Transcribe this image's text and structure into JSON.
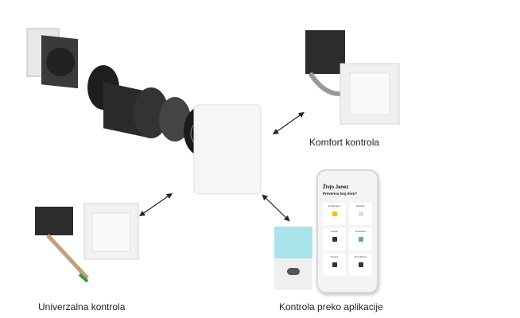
{
  "labels": {
    "komfort": "Komfort kontrola",
    "univerzalna": "Univerzalna kontrola",
    "aplikacija": "Kontrola preko aplikacije"
  },
  "phone": {
    "greeting": "Živjo Janez",
    "subtitle": "Preveriva tvoj dom?",
    "tiles": [
      "E-Manager",
      "Weather",
      "Switch",
      "Ventilation",
      "Climate",
      "SmartMeter"
    ]
  },
  "colors": {
    "accent": "#f2c200",
    "hub": "#a8e4ea",
    "unit": "#2a2a2a"
  }
}
